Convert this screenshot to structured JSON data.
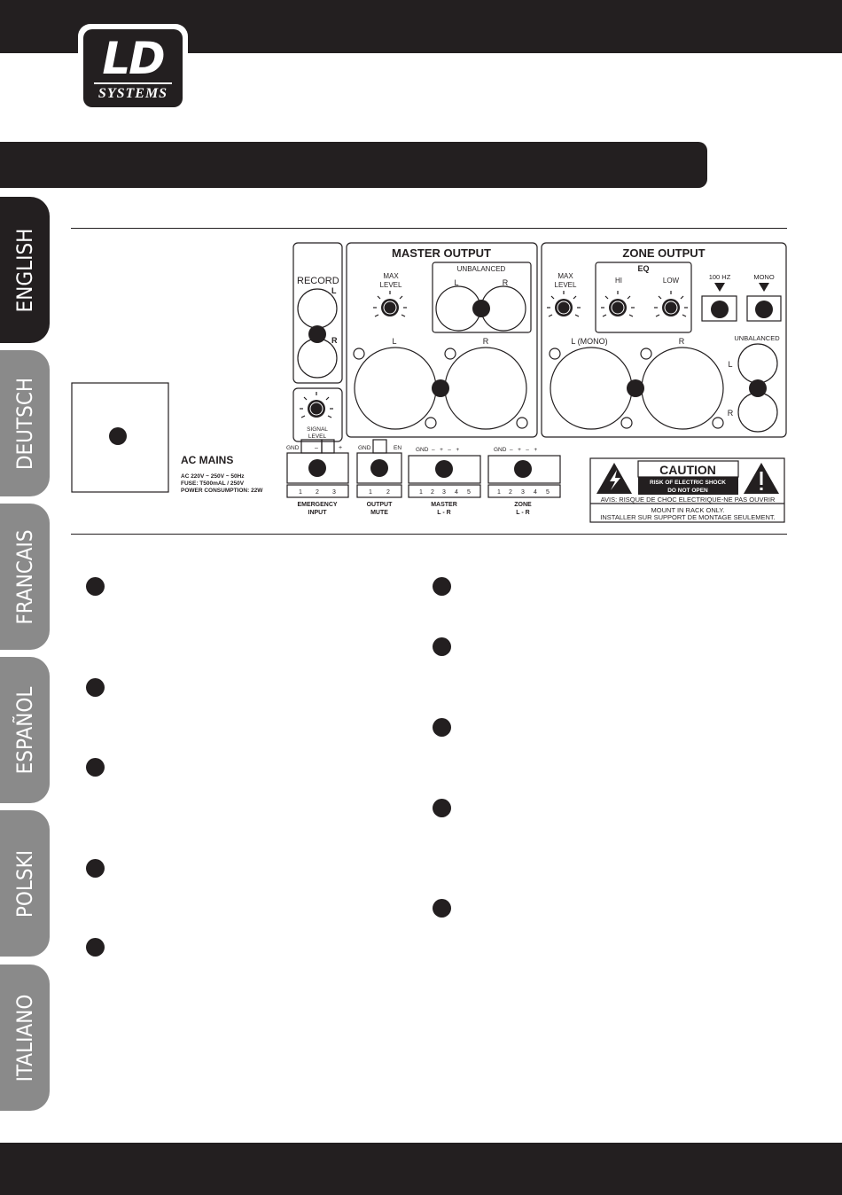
{
  "logo": {
    "brand": "LD",
    "sub": "SYSTEMS"
  },
  "tabs": [
    {
      "label": "ENGLISH",
      "active": true
    },
    {
      "label": "DEUTSCH",
      "active": false
    },
    {
      "label": "FRANCAIS",
      "active": false
    },
    {
      "label": "ESPAÑOL",
      "active": false
    },
    {
      "label": "POLSKI",
      "active": false
    },
    {
      "label": "ITALIANO",
      "active": false
    }
  ],
  "panel": {
    "record": {
      "label": "RECORD",
      "l": "L",
      "r": "R"
    },
    "signal_level": {
      "line1": "SIGNAL",
      "line2": "LEVEL"
    },
    "master": {
      "title": "MASTER OUTPUT",
      "max_level1": "MAX",
      "max_level2": "LEVEL",
      "unbalanced": "UNBALANCED",
      "ul": "L",
      "ur": "R",
      "xl": "L",
      "xr": "R"
    },
    "zone": {
      "title": "ZONE OUTPUT",
      "max_level1": "MAX",
      "max_level2": "LEVEL",
      "eq": "EQ",
      "hi": "HI",
      "low": "LOW",
      "hz100": "100 HZ",
      "mono": "MONO",
      "unbalanced": "UNBALANCED",
      "ul": "L",
      "ur": "R",
      "xl": "L (MONO)",
      "xr": "R"
    },
    "ac": {
      "title": "AC MAINS",
      "line1": "AC 220V ~ 250V ~ 50Hz",
      "line2": "FUSE: T500mAL / 250V",
      "line3": "POWER CONSUMPTION: 22W"
    },
    "emergency": {
      "gnd": "GND",
      "minus": "–",
      "plus": "+",
      "n1": "1",
      "n2": "2",
      "n3": "3",
      "label1": "EMERGENCY",
      "label2": "INPUT"
    },
    "mute": {
      "gnd": "GND",
      "en": "EN",
      "n1": "1",
      "n2": "2",
      "label1": "OUTPUT",
      "label2": "MUTE"
    },
    "master_term": {
      "top": "GND  –   +   –   +",
      "n1": "1",
      "n2": "2",
      "n3": "3",
      "n4": "4",
      "n5": "5",
      "label1": "MASTER",
      "label2": "L - R"
    },
    "zone_term": {
      "top": "GND  –   +   –   +",
      "n1": "1",
      "n2": "2",
      "n3": "3",
      "n4": "4",
      "n5": "5",
      "label1": "ZONE",
      "label2": "L - R"
    },
    "caution": {
      "title": "CAUTION",
      "risk1": "RISK OF ELECTRIC SHOCK",
      "risk2": "DO NOT OPEN",
      "avis": "AVIS: RISQUE DE CHOC ELECTRIQUE-NE PAS OUVRIR",
      "mount1": "MOUNT IN RACK ONLY.",
      "mount2": "INSTALLER SUR SUPPORT DE MONTAGE SEULEMENT."
    }
  },
  "colors": {
    "dark": "#231f20",
    "tab_inactive": "#8a8a8a"
  }
}
